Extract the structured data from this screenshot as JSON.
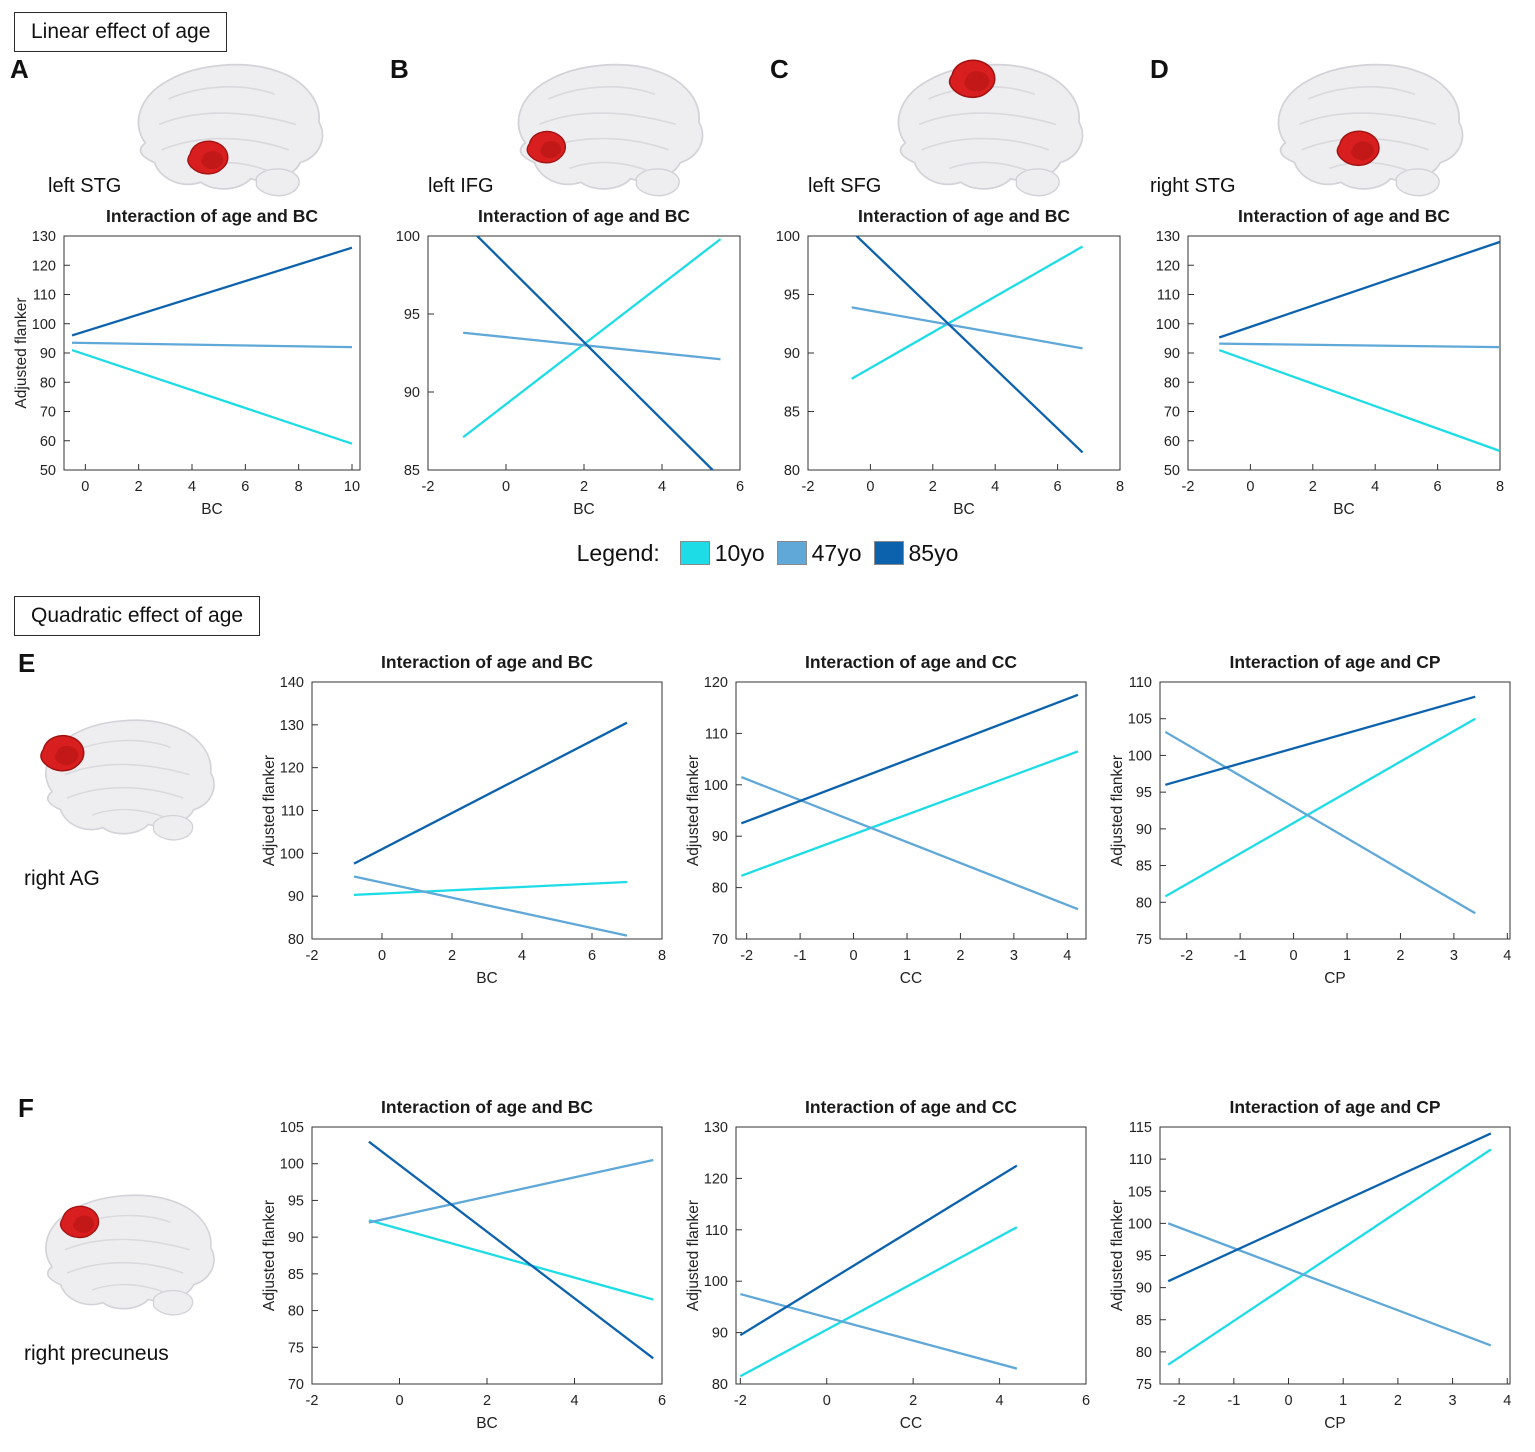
{
  "sections": {
    "linear_title": "Linear effect of age",
    "quadratic_title": "Quadratic effect of age"
  },
  "legend": {
    "label": "Legend:",
    "entries": [
      {
        "name": "10yo",
        "color": "#1EDCE6"
      },
      {
        "name": "47yo",
        "color": "#5FA8D8"
      },
      {
        "name": "85yo",
        "color": "#0C62AC"
      }
    ]
  },
  "panels": {
    "A": {
      "letter": "A",
      "region": "left STG"
    },
    "B": {
      "letter": "B",
      "region": "left IFG"
    },
    "C": {
      "letter": "C",
      "region": "left SFG"
    },
    "D": {
      "letter": "D",
      "region": "right STG"
    },
    "E": {
      "letter": "E",
      "region": "right AG"
    },
    "F": {
      "letter": "F",
      "region": "right precuneus"
    }
  },
  "chart_data": [
    {
      "panel": "A",
      "type": "line",
      "title": "Interaction of age and BC",
      "xlabel": "BC",
      "ylabel": "Adjusted flanker",
      "xlim": [
        -0.8,
        10.3
      ],
      "ylim": [
        50,
        130
      ],
      "xticks": [
        0,
        2,
        4,
        6,
        8,
        10
      ],
      "yticks": [
        50,
        60,
        70,
        80,
        90,
        100,
        110,
        120,
        130
      ],
      "series": [
        {
          "name": "10yo",
          "points": [
            [
              -0.5,
              91
            ],
            [
              10,
              59
            ]
          ]
        },
        {
          "name": "47yo",
          "points": [
            [
              -0.5,
              93.5
            ],
            [
              10,
              92
            ]
          ]
        },
        {
          "name": "85yo",
          "points": [
            [
              -0.5,
              96
            ],
            [
              10,
              126
            ]
          ]
        }
      ]
    },
    {
      "panel": "B",
      "type": "line",
      "title": "Interaction of age and BC",
      "xlabel": "BC",
      "ylabel": null,
      "xlim": [
        -2,
        6
      ],
      "ylim": [
        85,
        100
      ],
      "xticks": [
        -2,
        0,
        2,
        4,
        6
      ],
      "yticks": [
        85,
        90,
        95,
        100
      ],
      "series": [
        {
          "name": "10yo",
          "points": [
            [
              -1.1,
              87.1
            ],
            [
              5.5,
              99.8
            ]
          ]
        },
        {
          "name": "47yo",
          "points": [
            [
              -1.1,
              93.8
            ],
            [
              5.5,
              92.1
            ]
          ]
        },
        {
          "name": "85yo",
          "points": [
            [
              -1.1,
              100.9
            ],
            [
              5.5,
              84.5
            ]
          ]
        }
      ]
    },
    {
      "panel": "C",
      "type": "line",
      "title": "Interaction of age and BC",
      "xlabel": "BC",
      "ylabel": null,
      "xlim": [
        -2,
        8
      ],
      "ylim": [
        80,
        100
      ],
      "xticks": [
        -2,
        0,
        2,
        4,
        6,
        8
      ],
      "yticks": [
        80,
        85,
        90,
        95,
        100
      ],
      "series": [
        {
          "name": "10yo",
          "points": [
            [
              -0.6,
              87.8
            ],
            [
              6.8,
              99.1
            ]
          ]
        },
        {
          "name": "47yo",
          "points": [
            [
              -0.6,
              93.9
            ],
            [
              6.8,
              90.4
            ]
          ]
        },
        {
          "name": "85yo",
          "points": [
            [
              -0.6,
              100.4
            ],
            [
              6.8,
              81.5
            ]
          ]
        }
      ]
    },
    {
      "panel": "D",
      "type": "line",
      "title": "Interaction of age and BC",
      "xlabel": "BC",
      "ylabel": null,
      "xlim": [
        -2,
        8
      ],
      "ylim": [
        50,
        130
      ],
      "xticks": [
        -2,
        0,
        2,
        4,
        6,
        8
      ],
      "yticks": [
        50,
        60,
        70,
        80,
        90,
        100,
        110,
        120,
        130
      ],
      "series": [
        {
          "name": "10yo",
          "points": [
            [
              -1,
              91
            ],
            [
              8,
              56.5
            ]
          ]
        },
        {
          "name": "47yo",
          "points": [
            [
              -1,
              93.2
            ],
            [
              8,
              92
            ]
          ]
        },
        {
          "name": "85yo",
          "points": [
            [
              -1,
              95.3
            ],
            [
              8,
              128
            ]
          ]
        }
      ]
    },
    {
      "panel": "E",
      "type": "line",
      "title": "Interaction of age and BC",
      "xlabel": "BC",
      "ylabel": "Adjusted flanker",
      "xlim": [
        -2,
        8
      ],
      "ylim": [
        80,
        140
      ],
      "xticks": [
        -2,
        0,
        2,
        4,
        6,
        8
      ],
      "yticks": [
        80,
        90,
        100,
        110,
        120,
        130,
        140
      ],
      "series": [
        {
          "name": "10yo",
          "points": [
            [
              -0.8,
              90.3
            ],
            [
              7,
              93.3
            ]
          ]
        },
        {
          "name": "47yo",
          "points": [
            [
              -0.8,
              94.6
            ],
            [
              7,
              80.8
            ]
          ]
        },
        {
          "name": "85yo",
          "points": [
            [
              -0.8,
              97.6
            ],
            [
              7,
              130.5
            ]
          ]
        }
      ]
    },
    {
      "panel": "E",
      "type": "line",
      "title": "Interaction of age and CC",
      "xlabel": "CC",
      "ylabel": "Adjusted flanker",
      "xlim": [
        -2.2,
        4.35
      ],
      "ylim": [
        70,
        120
      ],
      "xticks": [
        -2,
        -1,
        0,
        1,
        2,
        3,
        4
      ],
      "yticks": [
        70,
        80,
        90,
        100,
        110,
        120
      ],
      "series": [
        {
          "name": "10yo",
          "points": [
            [
              -2.1,
              82.3
            ],
            [
              4.2,
              106.5
            ]
          ]
        },
        {
          "name": "47yo",
          "points": [
            [
              -2.1,
              101.5
            ],
            [
              4.2,
              75.8
            ]
          ]
        },
        {
          "name": "85yo",
          "points": [
            [
              -2.1,
              92.5
            ],
            [
              4.2,
              117.5
            ]
          ]
        }
      ]
    },
    {
      "panel": "E",
      "type": "line",
      "title": "Interaction of age and CP",
      "xlabel": "CP",
      "ylabel": "Adjusted flanker",
      "xlim": [
        -2.5,
        4.05
      ],
      "ylim": [
        75,
        110
      ],
      "xticks": [
        -2,
        -1,
        0,
        1,
        2,
        3,
        4
      ],
      "yticks": [
        75,
        80,
        85,
        90,
        95,
        100,
        105,
        110
      ],
      "series": [
        {
          "name": "10yo",
          "points": [
            [
              -2.4,
              80.8
            ],
            [
              3.4,
              105
            ]
          ]
        },
        {
          "name": "47yo",
          "points": [
            [
              -2.4,
              103.2
            ],
            [
              3.4,
              78.5
            ]
          ]
        },
        {
          "name": "85yo",
          "points": [
            [
              -2.4,
              96
            ],
            [
              3.4,
              108
            ]
          ]
        }
      ]
    },
    {
      "panel": "F",
      "type": "line",
      "title": "Interaction of age and BC",
      "xlabel": "BC",
      "ylabel": "Adjusted flanker",
      "xlim": [
        -2,
        6
      ],
      "ylim": [
        70,
        105
      ],
      "xticks": [
        -2,
        0,
        2,
        4,
        6
      ],
      "yticks": [
        70,
        75,
        80,
        85,
        90,
        95,
        100,
        105
      ],
      "series": [
        {
          "name": "10yo",
          "points": [
            [
              -0.7,
              92.3
            ],
            [
              5.8,
              81.5
            ]
          ]
        },
        {
          "name": "47yo",
          "points": [
            [
              -0.7,
              92
            ],
            [
              5.8,
              100.5
            ]
          ]
        },
        {
          "name": "85yo",
          "points": [
            [
              -0.7,
              103
            ],
            [
              5.8,
              73.5
            ]
          ]
        }
      ]
    },
    {
      "panel": "F",
      "type": "line",
      "title": "Interaction of age and CC",
      "xlabel": "CC",
      "ylabel": "Adjusted flanker",
      "xlim": [
        -2.1,
        6
      ],
      "ylim": [
        80,
        130
      ],
      "xticks": [
        -2,
        0,
        2,
        4,
        6
      ],
      "yticks": [
        80,
        90,
        100,
        110,
        120,
        130
      ],
      "series": [
        {
          "name": "10yo",
          "points": [
            [
              -2,
              81.5
            ],
            [
              4.4,
              110.5
            ]
          ]
        },
        {
          "name": "47yo",
          "points": [
            [
              -2,
              97.5
            ],
            [
              4.4,
              83
            ]
          ]
        },
        {
          "name": "85yo",
          "points": [
            [
              -2,
              89.5
            ],
            [
              4.4,
              122.5
            ]
          ]
        }
      ]
    },
    {
      "panel": "F",
      "type": "line",
      "title": "Interaction of age and CP",
      "xlabel": "CP",
      "ylabel": "Adjusted flanker",
      "xlim": [
        -2.35,
        4.05
      ],
      "ylim": [
        75,
        115
      ],
      "xticks": [
        -2,
        -1,
        0,
        1,
        2,
        3,
        4
      ],
      "yticks": [
        75,
        80,
        85,
        90,
        95,
        100,
        105,
        110,
        115
      ],
      "series": [
        {
          "name": "10yo",
          "points": [
            [
              -2.2,
              78
            ],
            [
              3.7,
              111.5
            ]
          ]
        },
        {
          "name": "47yo",
          "points": [
            [
              -2.2,
              100
            ],
            [
              3.7,
              81
            ]
          ]
        },
        {
          "name": "85yo",
          "points": [
            [
              -2.2,
              91
            ],
            [
              3.7,
              114
            ]
          ]
        }
      ]
    }
  ]
}
